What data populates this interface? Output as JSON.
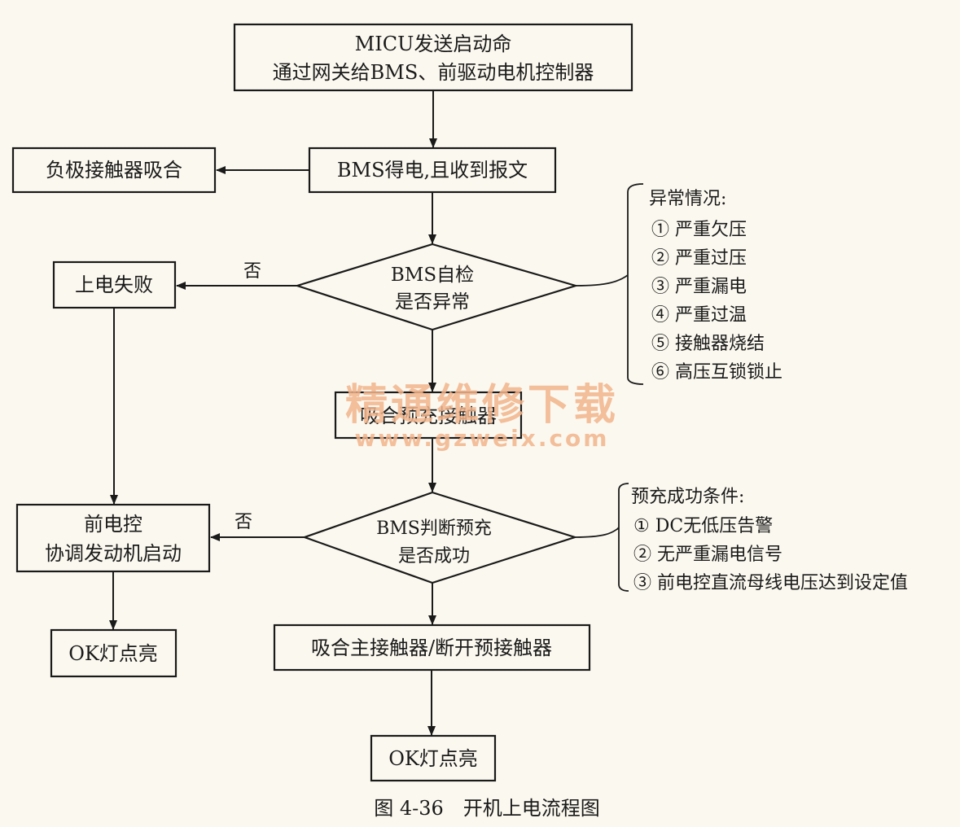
{
  "nodes": {
    "start": [
      "MICU发送启动命",
      "通过网关给BMS、前驱动电机控制器"
    ],
    "bms_power": "BMS得电,且收到报文",
    "neg_contactor": "负极接触器吸合",
    "self_check": [
      "BMS自检",
      "是否异常"
    ],
    "power_fail": "上电失败",
    "precharge": "吸合预充接触器",
    "precharge_check": [
      "BMS判断预充",
      "是否成功"
    ],
    "front_ctrl": [
      "前电控",
      "协调发动机启动"
    ],
    "ok_left": "OK灯点亮",
    "main_contactor": "吸合主接触器/断开预接触器",
    "ok_bottom": "OK灯点亮"
  },
  "labels": {
    "no_1": "否",
    "no_2": "否"
  },
  "annotations": {
    "abnormal": {
      "title": "异常情况:",
      "items": [
        "① 严重欠压",
        "② 严重过压",
        "③ 严重漏电",
        "④ 严重过温",
        "⑤ 接触器烧结",
        "⑥ 高压互锁锁止"
      ]
    },
    "precharge_conditions": {
      "title": "预充成功条件:",
      "items": [
        "① DC无低压告警",
        "② 无严重漏电信号",
        "③ 前电控直流母线电压达到设定值"
      ]
    }
  },
  "watermark": {
    "cn": "精通维修下载",
    "url": "www.gzweix.com"
  },
  "caption": "图 4-36　开机上电流程图",
  "colors": {
    "ink": "#1a1a1a",
    "paper": "#fbf8ef",
    "watermark": "#f2b48c"
  }
}
